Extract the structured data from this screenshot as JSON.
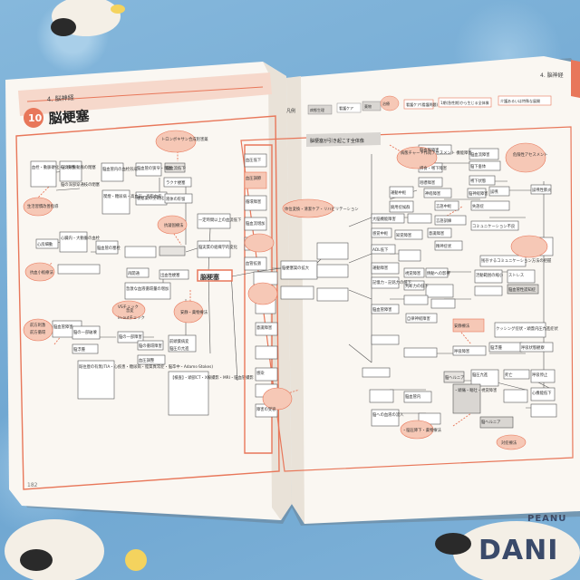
{
  "left_page": {
    "section_label": "4. 脳神経",
    "chapter_number": "10",
    "chapter_title": "脳梗塞",
    "page_number": "182",
    "nodes": [
      {
        "id": "n1",
        "text": "血栓・動脈硬化・心疾患"
      },
      {
        "id": "n2",
        "text": "脳の栄養動脈の閉塞"
      },
      {
        "id": "n3",
        "text": "脳血管内の血栓形成"
      },
      {
        "id": "n4",
        "text": "脳血管の狭窄・閉塞"
      },
      {
        "id": "n5",
        "text": "脳血流低下"
      },
      {
        "id": "n6",
        "text": "トロンボキサン合成阻害薬"
      },
      {
        "id": "n7",
        "text": "ラクナ梗塞"
      },
      {
        "id": "n8",
        "text": "生活習慣改善指導"
      },
      {
        "id": "n9",
        "text": "脳の深部穿通枝の閉塞"
      },
      {
        "id": "n10",
        "text": "喫煙・糖尿病・高血圧・高脂血症"
      },
      {
        "id": "n11",
        "text": "梗塞巣の空洞化"
      },
      {
        "id": "n12",
        "text": "液体の貯留"
      },
      {
        "id": "n13",
        "text": "心房細動"
      },
      {
        "id": "n14",
        "text": "心臓内・大動脈の血栓"
      },
      {
        "id": "n15",
        "text": "脳血管の塞栓"
      },
      {
        "id": "n16",
        "text": "脳梗塞"
      },
      {
        "id": "n17",
        "text": "抗凝固療法"
      },
      {
        "id": "n18",
        "text": "抗血小板療法"
      },
      {
        "id": "n19",
        "text": "一定時間以上の血流低下"
      },
      {
        "id": "n20",
        "text": "脳実質の組織学的変化"
      },
      {
        "id": "n21",
        "text": "再開通"
      },
      {
        "id": "n22",
        "text": "出血性梗塞"
      },
      {
        "id": "n23",
        "text": "急激な血液循環量の増加"
      },
      {
        "id": "n24",
        "text": "急変"
      },
      {
        "id": "n25",
        "text": "安静・薬物療法"
      },
      {
        "id": "n26",
        "text": "VSチェック"
      },
      {
        "id": "n27",
        "text": "in-outチェック"
      },
      {
        "id": "n28",
        "text": "脳血管障害"
      },
      {
        "id": "n29",
        "text": "脳の一部破壊"
      },
      {
        "id": "n30",
        "text": "脳の一部障害"
      },
      {
        "id": "n31",
        "text": "脳浮腫"
      },
      {
        "id": "n32",
        "text": "脳の循環障害"
      },
      {
        "id": "n33",
        "text": "前頭葉病変"
      },
      {
        "id": "n34",
        "text": "血圧調整"
      },
      {
        "id": "n35",
        "text": "脳圧の亢進"
      },
      {
        "id": "n36",
        "text": "前方刺激"
      },
      {
        "id": "n37",
        "text": "前方循環"
      },
      {
        "id": "n38",
        "text": "既往歴の有無(TIA・心疾患・糖尿病・脂質異常症・脳卒中・Adams-Stokes)"
      },
      {
        "id": "n39",
        "text": "【検査】・頭部CT・X線撮影・MRI・脳血管撮影"
      }
    ]
  },
  "right_page": {
    "section_label": "4. 脳神経",
    "legend": {
      "label": "凡例",
      "items": [
        "病態生理",
        "看護ケア",
        "薬物",
        "治療",
        "看護ケア(看護問題)",
        "1期(急性期)から生じる全体像",
        "介護あるいは特殊な展開"
      ]
    },
    "header_box": "脳梗塞が引き起こす全体像",
    "nodes": [
      {
        "id": "r1",
        "text": "病態チャート作成アセスメント 機能障害"
      },
      {
        "id": "r2",
        "text": "脳血管障害"
      },
      {
        "id": "r3",
        "text": "危険性アセスメント"
      },
      {
        "id": "r4",
        "text": "脳血流障害"
      },
      {
        "id": "r5",
        "text": "摂食・嚥下障害"
      },
      {
        "id": "r6",
        "text": "脳下垂体"
      },
      {
        "id": "r7",
        "text": "咀嚼障害"
      },
      {
        "id": "r8",
        "text": "嚥下状態"
      },
      {
        "id": "r9",
        "text": "運動中枢"
      },
      {
        "id": "r10",
        "text": "神経障害"
      },
      {
        "id": "r11",
        "text": "脳神経障害"
      },
      {
        "id": "r12",
        "text": "誤嚥"
      },
      {
        "id": "r13",
        "text": "誤嚥性肺炎"
      },
      {
        "id": "r14",
        "text": "体位変換・清潔ケア・リハビリテーション"
      },
      {
        "id": "r15",
        "text": "廃用症候群"
      },
      {
        "id": "r16",
        "text": "言語中枢"
      },
      {
        "id": "r17",
        "text": "失語症"
      },
      {
        "id": "r18",
        "text": "コミュニケーション不良"
      },
      {
        "id": "r19",
        "text": "言語訓練"
      },
      {
        "id": "r20",
        "text": "残存するコミュニケーション方法の把握"
      },
      {
        "id": "r21",
        "text": "大脳機能障害"
      },
      {
        "id": "r22",
        "text": "感覚中枢"
      },
      {
        "id": "r23",
        "text": "知覚障害"
      },
      {
        "id": "r24",
        "text": "脳梗塞巣の拡大"
      },
      {
        "id": "r25",
        "text": "意識障害"
      },
      {
        "id": "r26",
        "text": "精神症状"
      },
      {
        "id": "r27",
        "text": "ADL低下"
      },
      {
        "id": "r28",
        "text": "記憶力・記銘力の低下"
      },
      {
        "id": "r29",
        "text": "視覚障害"
      },
      {
        "id": "r30",
        "text": "判断力の低下"
      },
      {
        "id": "r31",
        "text": "情動への影響"
      },
      {
        "id": "r32",
        "text": "安静療法"
      },
      {
        "id": "r33",
        "text": "脳血管障害"
      },
      {
        "id": "r34",
        "text": "自律神経障害"
      },
      {
        "id": "r35",
        "text": "呼吸障害"
      },
      {
        "id": "r36",
        "text": "脳ヘルニア"
      },
      {
        "id": "r37",
        "text": "脳圧亢進"
      },
      {
        "id": "r38",
        "text": "クッシング症状・頭蓋内圧亢進症状"
      },
      {
        "id": "r39",
        "text": "呼吸状態観察"
      },
      {
        "id": "r40",
        "text": "呼吸停止"
      },
      {
        "id": "r41",
        "text": "心機能低下"
      },
      {
        "id": "r42",
        "text": "死亡"
      },
      {
        "id": "r43",
        "text": "脳浮腫"
      },
      {
        "id": "r44",
        "text": "脳血管内"
      },
      {
        "id": "r45",
        "text": "脳への血液の流入"
      },
      {
        "id": "r46",
        "text": "脳ヘルニア"
      },
      {
        "id": "r47",
        "text": "・頭痛・嘔吐・視覚障害"
      },
      {
        "id": "r48",
        "text": "・脳圧降下・薬物療法"
      },
      {
        "id": "r49",
        "text": "対症療法"
      },
      {
        "id": "r50",
        "text": "血圧低下"
      },
      {
        "id": "r51",
        "text": "血圧調節"
      },
      {
        "id": "r52",
        "text": "循環障害"
      },
      {
        "id": "r53",
        "text": "脳血流増加"
      },
      {
        "id": "r54",
        "text": "血管拡張"
      },
      {
        "id": "r55",
        "text": "意識障害"
      },
      {
        "id": "r56",
        "text": "感染"
      },
      {
        "id": "r57",
        "text": "運動障害"
      },
      {
        "id": "r58",
        "text": "ストレス"
      },
      {
        "id": "r59",
        "text": "脳血管性認知症"
      },
      {
        "id": "r60",
        "text": "活動範囲の縮小"
      },
      {
        "id": "r61",
        "text": "障害の受容"
      }
    ]
  },
  "background": {
    "brand_text": "DANI",
    "brand_text_2": "PEANU"
  },
  "colors": {
    "accent": "#e8775a",
    "accent_light": "#f6c8b6",
    "page": "#faf7f2",
    "ink": "#333333",
    "grey_box": "#d9d6d2"
  }
}
